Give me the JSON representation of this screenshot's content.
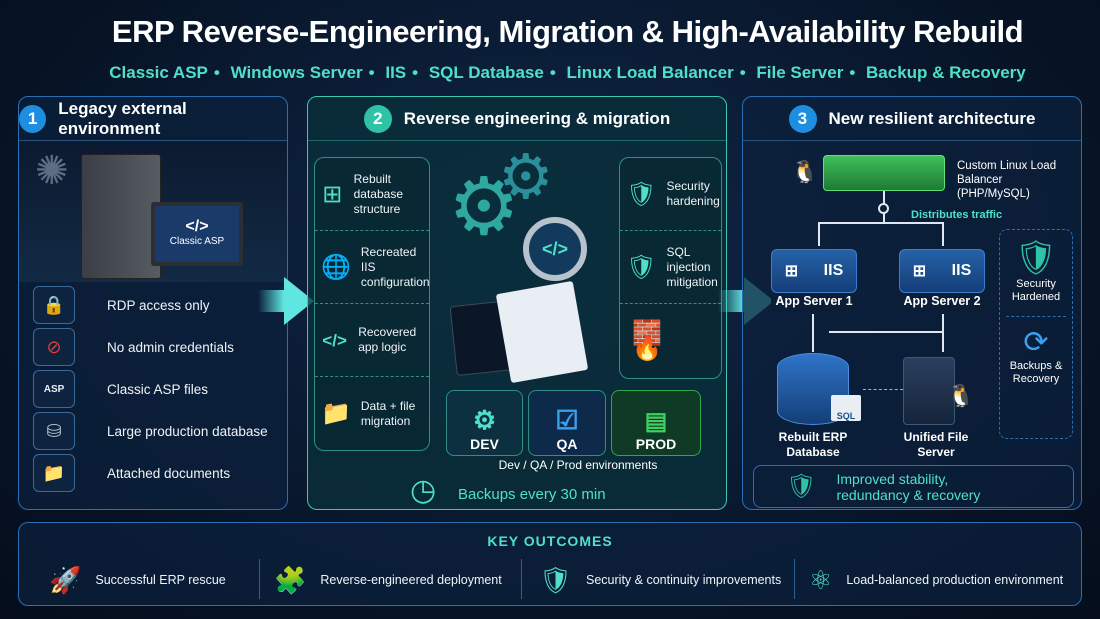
{
  "title": "ERP Reverse-Engineering, Migration & High-Availability Rebuild",
  "subtitle_items": [
    "Classic ASP",
    "Windows Server",
    "IIS",
    "SQL Database",
    "Linux Load Balancer",
    "File Server",
    "Backup & Recovery"
  ],
  "colors": {
    "accent": "#4fe0c8",
    "blue": "#1e8fe0",
    "background": "#071426",
    "prod_green": "#2fa84f"
  },
  "panel1": {
    "number": "1",
    "title": "Legacy external environment",
    "monitor_label": "Classic ASP",
    "items": [
      {
        "icon": "lock-remote-icon",
        "label": "RDP access only"
      },
      {
        "icon": "no-user-icon",
        "label": "No admin credentials"
      },
      {
        "icon": "asp-file-icon",
        "label": "Classic ASP files",
        "icon_text": "ASP"
      },
      {
        "icon": "database-icon",
        "label": "Large production database"
      },
      {
        "icon": "folder-icon",
        "label": "Attached documents"
      }
    ]
  },
  "panel2": {
    "number": "2",
    "title": "Reverse engineering & migration",
    "left_items": [
      {
        "icon": "flowchart-icon",
        "label": "Rebuilt database structure"
      },
      {
        "icon": "server-globe-icon",
        "label": "Recreated IIS configuration"
      },
      {
        "icon": "code-window-icon",
        "label": "Recovered app logic"
      },
      {
        "icon": "folders-migration-icon",
        "label": "Data + file migration"
      }
    ],
    "right_items": [
      {
        "icon": "shield-lock-icon",
        "label": "Security hardening"
      },
      {
        "icon": "shield-code-icon",
        "label": "SQL injection mitigation"
      },
      {
        "icon": "firewall-icon",
        "label": ""
      }
    ],
    "environments": [
      "DEV",
      "QA",
      "PROD"
    ],
    "environments_caption": "Dev / QA / Prod environments",
    "backups": "Backups every 30 min"
  },
  "panel3": {
    "number": "3",
    "title": "New resilient architecture",
    "load_balancer": "Custom Linux Load Balancer (PHP/MySQL)",
    "distributes": "Distributes traffic",
    "servers": [
      {
        "badge": "IIS",
        "label": "App Server 1"
      },
      {
        "badge": "IIS",
        "label": "App Server 2"
      }
    ],
    "database": "Rebuilt ERP Database",
    "db_tag": "SQL",
    "file_server": "Unified File Server",
    "side": [
      "Security Hardened",
      "Backups & Recovery"
    ],
    "footer": "Improved stability, redundancy & recovery"
  },
  "outcomes": {
    "title": "KEY OUTCOMES",
    "items": [
      {
        "icon": "rocket-icon",
        "label": "Successful ERP rescue"
      },
      {
        "icon": "puzzle-icon",
        "label": "Reverse-engineered deployment"
      },
      {
        "icon": "shield-check-icon",
        "label": "Security & continuity improvements"
      },
      {
        "icon": "network-icon",
        "label": "Load-balanced production environment"
      }
    ]
  }
}
